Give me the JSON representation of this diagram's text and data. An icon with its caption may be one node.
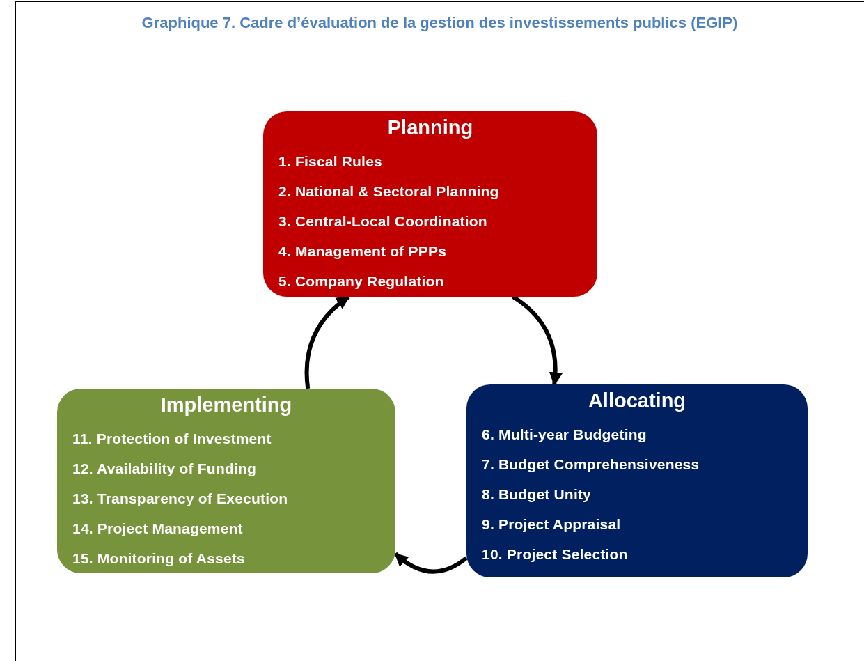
{
  "diagram": {
    "title": "Graphique 7. Cadre d’évaluation de la gestion des investissements publics (EGIP)",
    "nodes": [
      {
        "text": [
          "Planning",
          "1. Fiscal Rules",
          "2. National & Sectoral Planning",
          "3. Central-Local Coordination",
          "4. Management of PPPs",
          "5. Company Regulation"
        ]
      },
      {
        "text": [
          "Allocating",
          "6. Multi-year Budgeting",
          "7. Budget Comprehensiveness",
          "8. Budget Unity",
          "9. Project Appraisal",
          "10. Project Selection"
        ]
      },
      {
        "text": [
          "Implementing",
          "11. Protection of Investment",
          "12. Availability of Funding",
          "13. Transparency of Execution",
          "14. Project Management",
          "15. Monitoring of Assets"
        ]
      }
    ],
    "edges": [
      {
        "from": 0,
        "to": 1,
        "arrow": "to"
      },
      {
        "from": 1,
        "to": 2,
        "arrow": "to"
      },
      {
        "from": 2,
        "to": 0,
        "arrow": "to"
      }
    ]
  }
}
